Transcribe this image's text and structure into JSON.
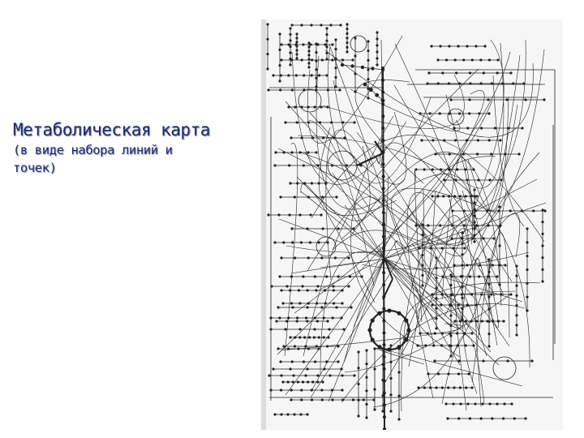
{
  "slide": {
    "title": "Метаболическая карта",
    "subtitle_line1": "(в виде набора линий и",
    "subtitle_line2": "точек)"
  },
  "colors": {
    "title": "#1e2c68",
    "map_ink": "#222222",
    "map_background": "#f6f6f6"
  }
}
